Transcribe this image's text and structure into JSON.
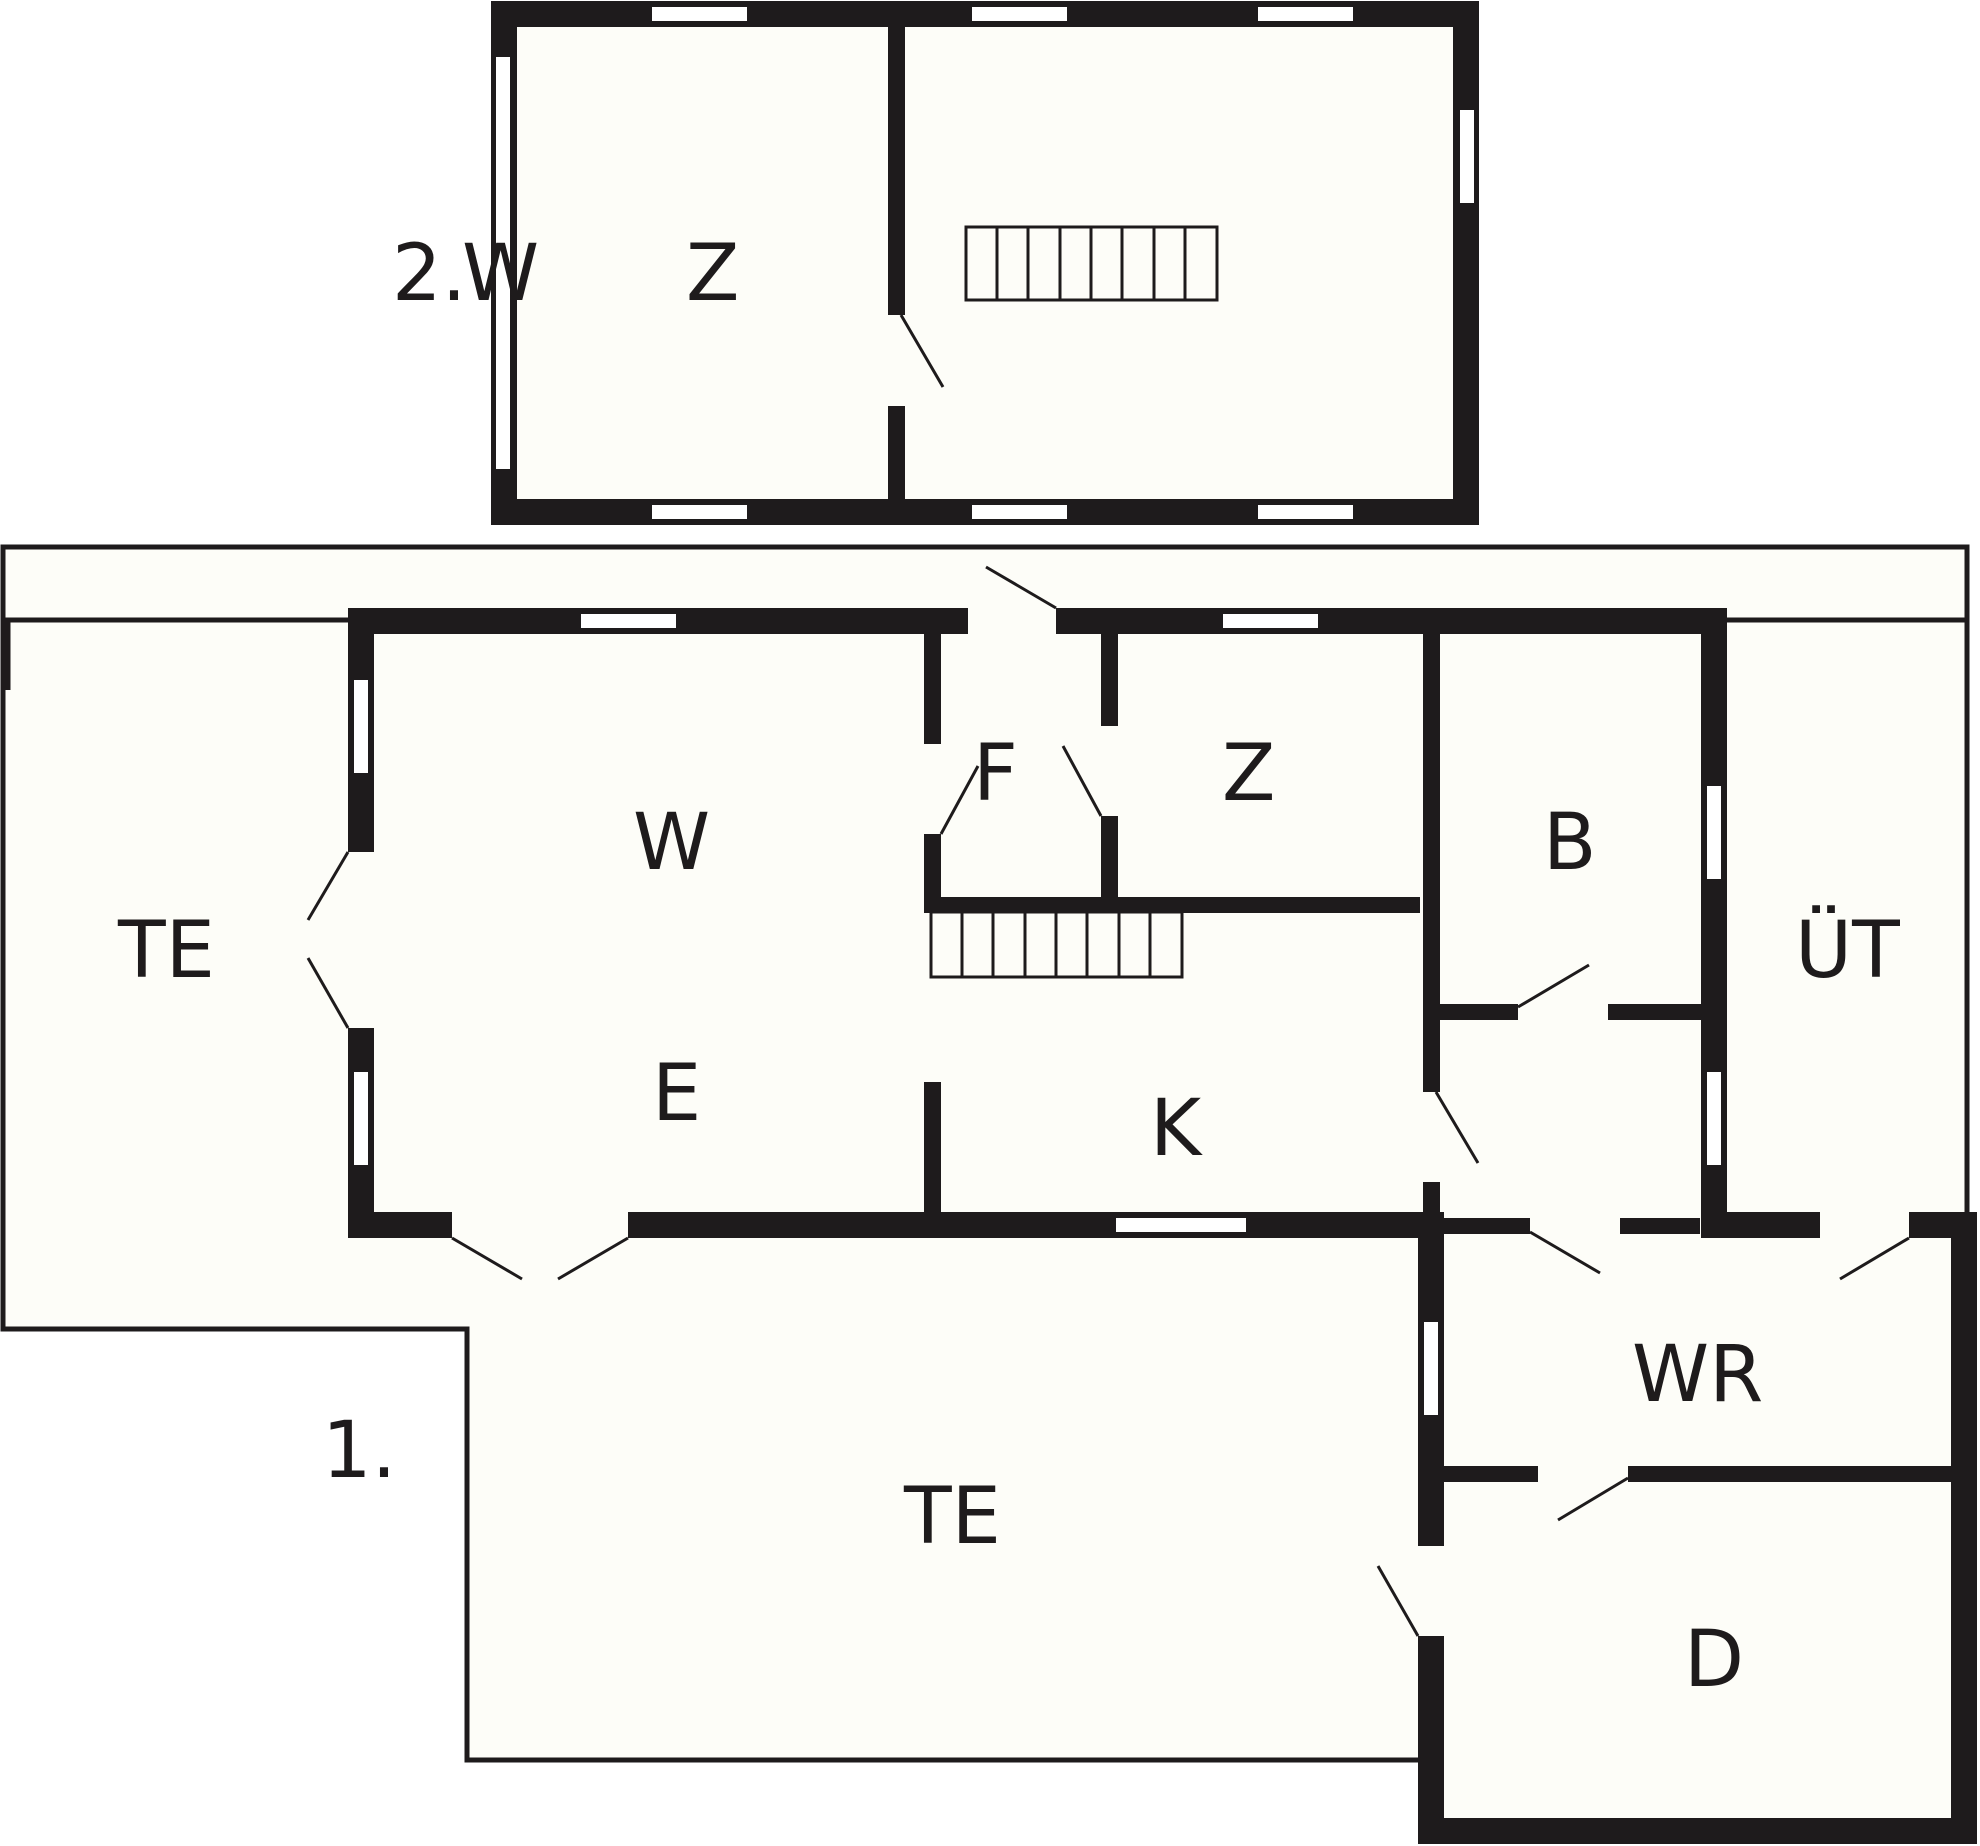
{
  "colors": {
    "floor": "#fdfdf8",
    "wall": "#1e1b1c",
    "line": "#1e1b1c",
    "paper": "#ffffff"
  },
  "floor_labels": {
    "upper": "2.",
    "ground": "1."
  },
  "upper_floor": {
    "rooms": {
      "living": "W",
      "bedroom": "Z"
    },
    "features": {
      "staircase_icon": "staircase-icon"
    }
  },
  "ground_floor": {
    "rooms": {
      "terrace_left": "TE",
      "living": "W",
      "dining": "E",
      "hall": "F",
      "bedroom": "Z",
      "bathroom": "B",
      "kitchen": "K",
      "covered_terrace": "ÜT",
      "utility": "WR",
      "garage": "D",
      "terrace_bottom": "TE"
    },
    "features": {
      "staircase_icon": "staircase-icon"
    }
  }
}
